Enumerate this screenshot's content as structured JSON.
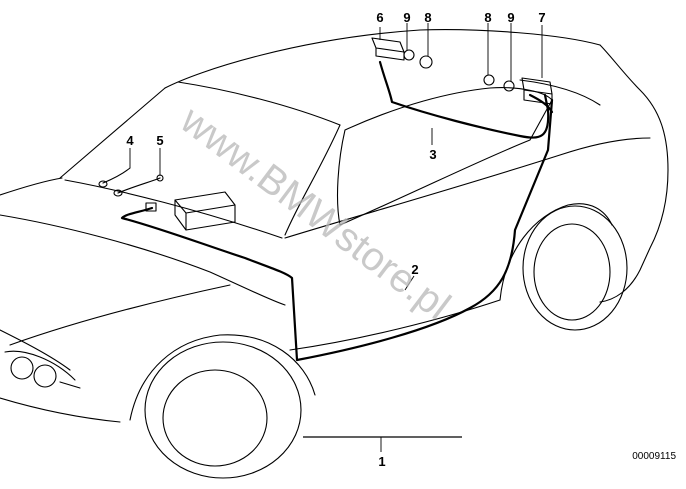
{
  "watermark": "www.BMWstore.pl",
  "drawing_code": "00009115",
  "callouts": {
    "c1": "1",
    "c2": "2",
    "c3": "3",
    "c4": "4",
    "c5": "5",
    "c6": "6",
    "c7": "7",
    "c8a": "8",
    "c8b": "8",
    "c9a": "9",
    "c9b": "9"
  }
}
